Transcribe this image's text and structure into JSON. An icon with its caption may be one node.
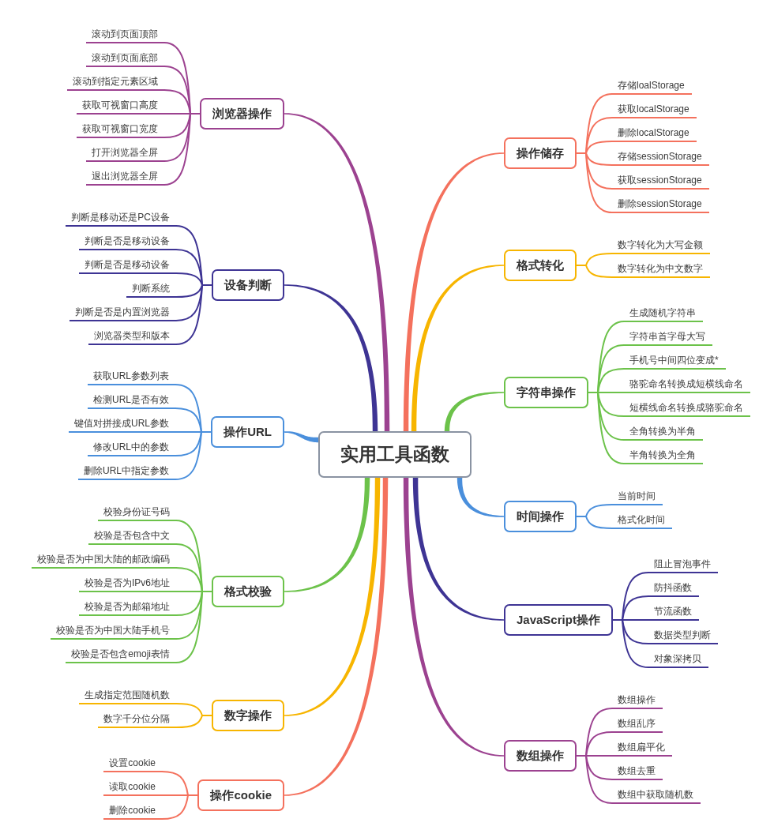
{
  "diagram": {
    "nodes": [
      {
        "text": [
          "实用工具函数"
        ]
      },
      {
        "text": [
          "浏览器操作"
        ]
      },
      {
        "text": [
          "滚动到页面顶部"
        ]
      },
      {
        "text": [
          "滚动到页面底部"
        ]
      },
      {
        "text": [
          "滚动到指定元素区域"
        ]
      },
      {
        "text": [
          "获取可视窗口高度"
        ]
      },
      {
        "text": [
          "获取可视窗口宽度"
        ]
      },
      {
        "text": [
          "打开浏览器全屏"
        ]
      },
      {
        "text": [
          "退出浏览器全屏"
        ]
      },
      {
        "text": [
          "设备判断"
        ]
      },
      {
        "text": [
          "判断是移动还是PC设备"
        ]
      },
      {
        "text": [
          "判断是否是移动设备"
        ]
      },
      {
        "text": [
          "判断是否是移动设备"
        ]
      },
      {
        "text": [
          "判断系统"
        ]
      },
      {
        "text": [
          "判断是否是内置浏览器"
        ]
      },
      {
        "text": [
          "浏览器类型和版本"
        ]
      },
      {
        "text": [
          "操作URL"
        ]
      },
      {
        "text": [
          "获取URL参数列表"
        ]
      },
      {
        "text": [
          "检测URL是否有效"
        ]
      },
      {
        "text": [
          "键值对拼接成URL参数"
        ]
      },
      {
        "text": [
          "修改URL中的参数"
        ]
      },
      {
        "text": [
          "删除URL中指定参数"
        ]
      },
      {
        "text": [
          "格式校验"
        ]
      },
      {
        "text": [
          "校验身份证号码"
        ]
      },
      {
        "text": [
          "校验是否包含中文"
        ]
      },
      {
        "text": [
          "校验是否为中国大陆的邮政编码"
        ]
      },
      {
        "text": [
          "校验是否为IPv6地址"
        ]
      },
      {
        "text": [
          "校验是否为邮箱地址"
        ]
      },
      {
        "text": [
          "校验是否为中国大陆手机号"
        ]
      },
      {
        "text": [
          "校验是否包含emoji表情"
        ]
      },
      {
        "text": [
          "数字操作"
        ]
      },
      {
        "text": [
          "生成指定范围随机数"
        ]
      },
      {
        "text": [
          "数字千分位分隔"
        ]
      },
      {
        "text": [
          "操作cookie"
        ]
      },
      {
        "text": [
          "设置cookie"
        ]
      },
      {
        "text": [
          "读取cookie"
        ]
      },
      {
        "text": [
          "删除cookie"
        ]
      },
      {
        "text": [
          "操作储存"
        ]
      },
      {
        "text": [
          "存储loalStorage"
        ]
      },
      {
        "text": [
          "获取localStorage"
        ]
      },
      {
        "text": [
          "删除localStorage"
        ]
      },
      {
        "text": [
          "存储sessionStorage"
        ]
      },
      {
        "text": [
          "获取sessionStorage"
        ]
      },
      {
        "text": [
          "删除sessionStorage"
        ]
      },
      {
        "text": [
          "格式转化"
        ]
      },
      {
        "text": [
          "数字转化为大写金额"
        ]
      },
      {
        "text": [
          "数字转化为中文数字"
        ]
      },
      {
        "text": [
          "字符串操作"
        ]
      },
      {
        "text": [
          "生成随机字符串"
        ]
      },
      {
        "text": [
          "字符串首字母大写"
        ]
      },
      {
        "text": [
          "手机号中间四位变成*"
        ]
      },
      {
        "text": [
          "骆驼命名转换成短横线命名"
        ]
      },
      {
        "text": [
          "短横线命名转换成骆驼命名"
        ]
      },
      {
        "text": [
          "全角转换为半角"
        ]
      },
      {
        "text": [
          "半角转换为全角"
        ]
      },
      {
        "text": [
          "时间操作"
        ]
      },
      {
        "text": [
          "当前时间"
        ]
      },
      {
        "text": [
          "格式化时间"
        ]
      },
      {
        "text": [
          "JavaScript操作"
        ]
      },
      {
        "text": [
          "阻止冒泡事件"
        ]
      },
      {
        "text": [
          "防抖函数"
        ]
      },
      {
        "text": [
          "节流函数"
        ]
      },
      {
        "text": [
          "数据类型判断"
        ]
      },
      {
        "text": [
          "对象深拷贝"
        ]
      },
      {
        "text": [
          "数组操作"
        ]
      },
      {
        "text": [
          "数组操作"
        ]
      },
      {
        "text": [
          "数组乱序"
        ]
      },
      {
        "text": [
          "数组扁平化"
        ]
      },
      {
        "text": [
          "数组去重"
        ]
      },
      {
        "text": [
          "数组中获取随机数"
        ]
      }
    ],
    "edges": [
      {
        "from": 0,
        "to": 1,
        "arrow": "none",
        "style": "thick",
        "color": "#9c4290"
      },
      {
        "from": 1,
        "to": 2,
        "arrow": "none",
        "color": "#9c4290"
      },
      {
        "from": 1,
        "to": 3,
        "arrow": "none",
        "color": "#9c4290"
      },
      {
        "from": 1,
        "to": 4,
        "arrow": "none",
        "color": "#9c4290"
      },
      {
        "from": 1,
        "to": 5,
        "arrow": "none",
        "color": "#9c4290"
      },
      {
        "from": 1,
        "to": 6,
        "arrow": "none",
        "color": "#9c4290"
      },
      {
        "from": 1,
        "to": 7,
        "arrow": "none",
        "color": "#9c4290"
      },
      {
        "from": 1,
        "to": 8,
        "arrow": "none",
        "color": "#9c4290"
      },
      {
        "from": 0,
        "to": 9,
        "arrow": "none",
        "style": "thick",
        "color": "#3e3494"
      },
      {
        "from": 9,
        "to": 10,
        "arrow": "none",
        "color": "#3e3494"
      },
      {
        "from": 9,
        "to": 11,
        "arrow": "none",
        "color": "#3e3494"
      },
      {
        "from": 9,
        "to": 12,
        "arrow": "none",
        "color": "#3e3494"
      },
      {
        "from": 9,
        "to": 13,
        "arrow": "none",
        "color": "#3e3494"
      },
      {
        "from": 9,
        "to": 14,
        "arrow": "none",
        "color": "#3e3494"
      },
      {
        "from": 9,
        "to": 15,
        "arrow": "none",
        "color": "#3e3494"
      },
      {
        "from": 0,
        "to": 16,
        "arrow": "none",
        "style": "thick",
        "color": "#4a8fdc"
      },
      {
        "from": 16,
        "to": 17,
        "arrow": "none",
        "color": "#4a8fdc"
      },
      {
        "from": 16,
        "to": 18,
        "arrow": "none",
        "color": "#4a8fdc"
      },
      {
        "from": 16,
        "to": 19,
        "arrow": "none",
        "color": "#4a8fdc"
      },
      {
        "from": 16,
        "to": 20,
        "arrow": "none",
        "color": "#4a8fdc"
      },
      {
        "from": 16,
        "to": 21,
        "arrow": "none",
        "color": "#4a8fdc"
      },
      {
        "from": 0,
        "to": 22,
        "arrow": "none",
        "style": "thick",
        "color": "#6cc24a"
      },
      {
        "from": 22,
        "to": 23,
        "arrow": "none",
        "color": "#6cc24a"
      },
      {
        "from": 22,
        "to": 24,
        "arrow": "none",
        "color": "#6cc24a"
      },
      {
        "from": 22,
        "to": 25,
        "arrow": "none",
        "color": "#6cc24a"
      },
      {
        "from": 22,
        "to": 26,
        "arrow": "none",
        "color": "#6cc24a"
      },
      {
        "from": 22,
        "to": 27,
        "arrow": "none",
        "color": "#6cc24a"
      },
      {
        "from": 22,
        "to": 28,
        "arrow": "none",
        "color": "#6cc24a"
      },
      {
        "from": 22,
        "to": 29,
        "arrow": "none",
        "color": "#6cc24a"
      },
      {
        "from": 0,
        "to": 30,
        "arrow": "none",
        "style": "thick",
        "color": "#f7b500"
      },
      {
        "from": 30,
        "to": 31,
        "arrow": "none",
        "color": "#f7b500"
      },
      {
        "from": 30,
        "to": 32,
        "arrow": "none",
        "color": "#f7b500"
      },
      {
        "from": 0,
        "to": 33,
        "arrow": "none",
        "style": "thick",
        "color": "#f4715d"
      },
      {
        "from": 33,
        "to": 34,
        "arrow": "none",
        "color": "#f4715d"
      },
      {
        "from": 33,
        "to": 35,
        "arrow": "none",
        "color": "#f4715d"
      },
      {
        "from": 33,
        "to": 36,
        "arrow": "none",
        "color": "#f4715d"
      },
      {
        "from": 0,
        "to": 37,
        "arrow": "none",
        "style": "thick",
        "color": "#f4715d"
      },
      {
        "from": 37,
        "to": 38,
        "arrow": "none",
        "color": "#f4715d"
      },
      {
        "from": 37,
        "to": 39,
        "arrow": "none",
        "color": "#f4715d"
      },
      {
        "from": 37,
        "to": 40,
        "arrow": "none",
        "color": "#f4715d"
      },
      {
        "from": 37,
        "to": 41,
        "arrow": "none",
        "color": "#f4715d"
      },
      {
        "from": 37,
        "to": 42,
        "arrow": "none",
        "color": "#f4715d"
      },
      {
        "from": 37,
        "to": 43,
        "arrow": "none",
        "color": "#f4715d"
      },
      {
        "from": 0,
        "to": 44,
        "arrow": "none",
        "style": "thick",
        "color": "#f7b500"
      },
      {
        "from": 44,
        "to": 45,
        "arrow": "none",
        "color": "#f7b500"
      },
      {
        "from": 44,
        "to": 46,
        "arrow": "none",
        "color": "#f7b500"
      },
      {
        "from": 0,
        "to": 47,
        "arrow": "none",
        "style": "thick",
        "color": "#6cc24a"
      },
      {
        "from": 47,
        "to": 48,
        "arrow": "none",
        "color": "#6cc24a"
      },
      {
        "from": 47,
        "to": 49,
        "arrow": "none",
        "color": "#6cc24a"
      },
      {
        "from": 47,
        "to": 50,
        "arrow": "none",
        "color": "#6cc24a"
      },
      {
        "from": 47,
        "to": 51,
        "arrow": "none",
        "color": "#6cc24a"
      },
      {
        "from": 47,
        "to": 52,
        "arrow": "none",
        "color": "#6cc24a"
      },
      {
        "from": 47,
        "to": 53,
        "arrow": "none",
        "color": "#6cc24a"
      },
      {
        "from": 47,
        "to": 54,
        "arrow": "none",
        "color": "#6cc24a"
      },
      {
        "from": 0,
        "to": 55,
        "arrow": "none",
        "style": "thick",
        "color": "#4a8fdc"
      },
      {
        "from": 55,
        "to": 56,
        "arrow": "none",
        "color": "#4a8fdc"
      },
      {
        "from": 55,
        "to": 57,
        "arrow": "none",
        "color": "#4a8fdc"
      },
      {
        "from": 0,
        "to": 58,
        "arrow": "none",
        "style": "thick",
        "color": "#3e3494"
      },
      {
        "from": 58,
        "to": 59,
        "arrow": "none",
        "color": "#3e3494"
      },
      {
        "from": 58,
        "to": 60,
        "arrow": "none",
        "color": "#3e3494"
      },
      {
        "from": 58,
        "to": 61,
        "arrow": "none",
        "color": "#3e3494"
      },
      {
        "from": 58,
        "to": 62,
        "arrow": "none",
        "color": "#3e3494"
      },
      {
        "from": 58,
        "to": 63,
        "arrow": "none",
        "color": "#3e3494"
      },
      {
        "from": 0,
        "to": 64,
        "arrow": "none",
        "style": "thick",
        "color": "#9c4290"
      },
      {
        "from": 64,
        "to": 65,
        "arrow": "none",
        "color": "#9c4290"
      },
      {
        "from": 64,
        "to": 66,
        "arrow": "none",
        "color": "#9c4290"
      },
      {
        "from": 64,
        "to": 67,
        "arrow": "none",
        "color": "#9c4290"
      },
      {
        "from": 64,
        "to": 68,
        "arrow": "none",
        "color": "#9c4290"
      },
      {
        "from": 64,
        "to": 69,
        "arrow": "none",
        "color": "#9c4290"
      }
    ]
  }
}
